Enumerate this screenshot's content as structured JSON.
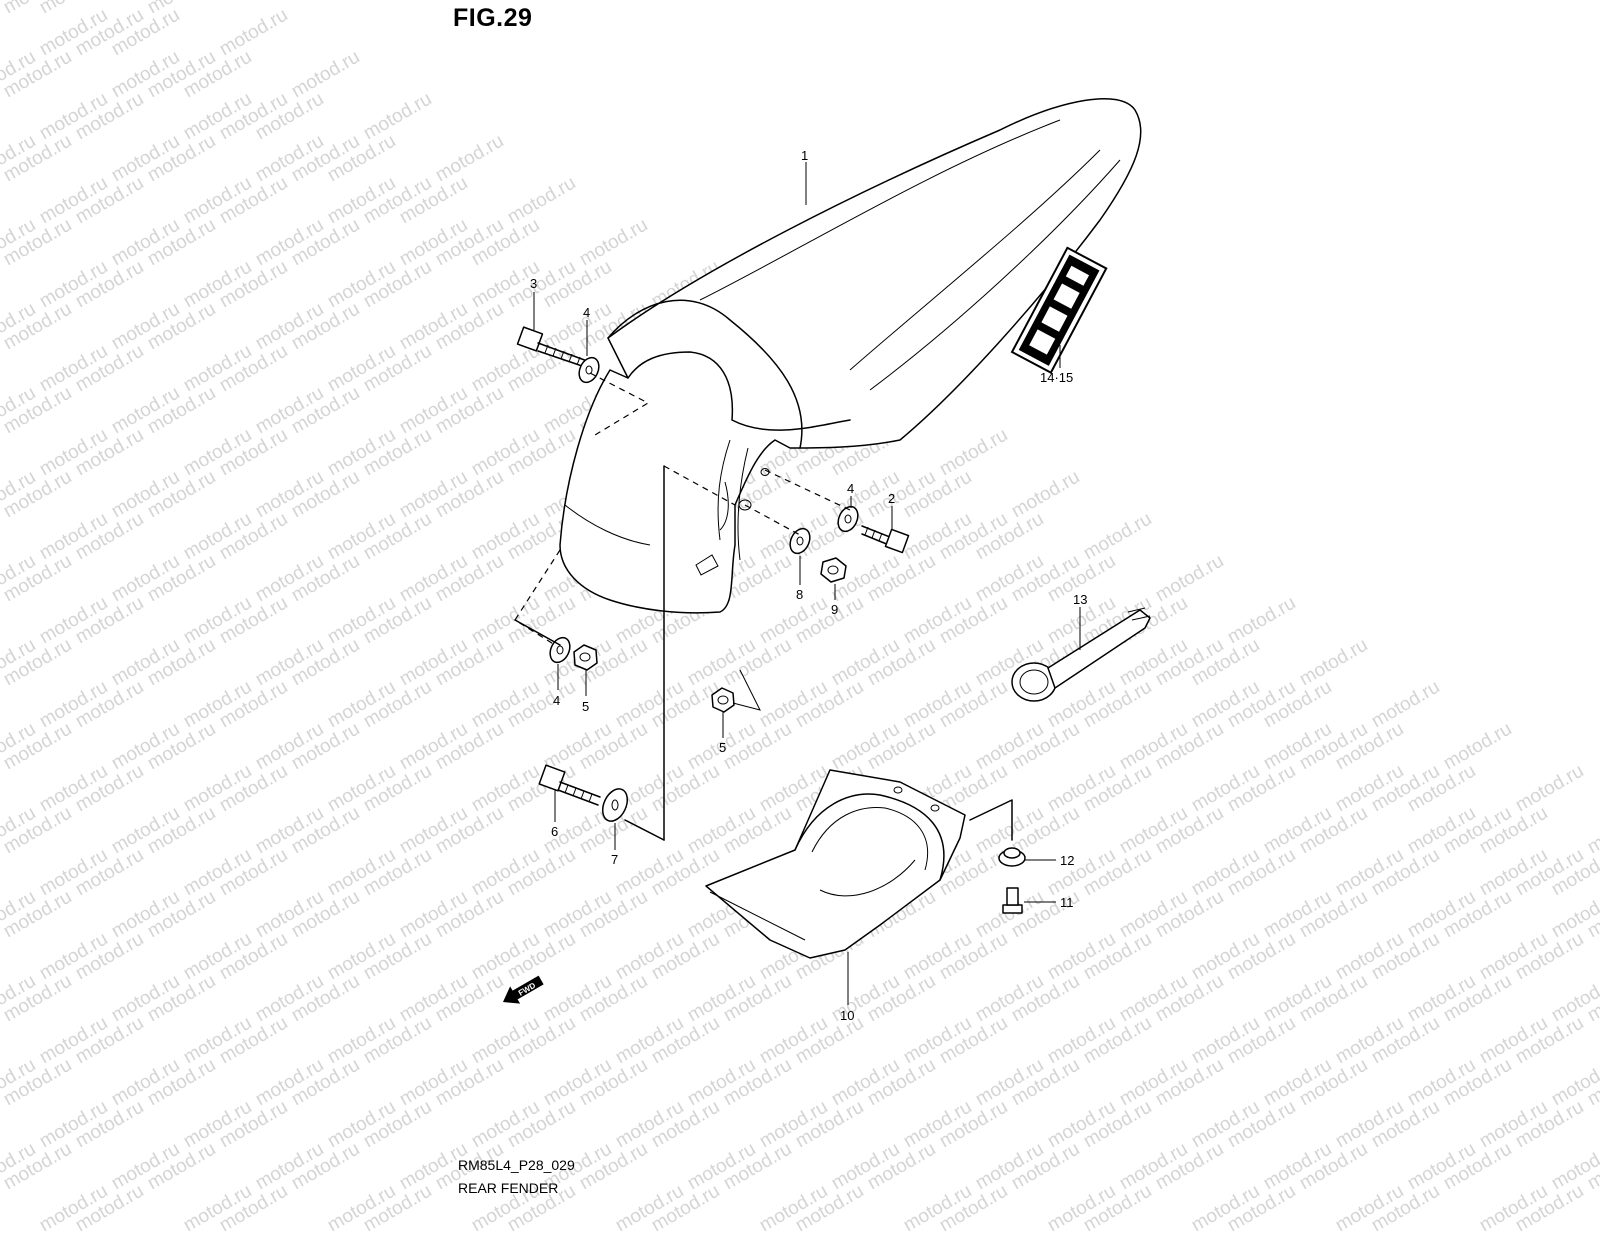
{
  "figure": {
    "title": "FIG.29"
  },
  "drawing": {
    "code": "RM85L4_P28_029",
    "name": "REAR FENDER"
  },
  "watermark": {
    "text": "motod.ru",
    "color": "#d4d4d4"
  },
  "fwd_arrow": {
    "text": "FWD"
  },
  "callouts": [
    {
      "id": "c1",
      "label": "1"
    },
    {
      "id": "c2",
      "label": "2"
    },
    {
      "id": "c3",
      "label": "3"
    },
    {
      "id": "c4a",
      "label": "4"
    },
    {
      "id": "c4b",
      "label": "4"
    },
    {
      "id": "c4c",
      "label": "4"
    },
    {
      "id": "c5a",
      "label": "5"
    },
    {
      "id": "c5b",
      "label": "5"
    },
    {
      "id": "c6",
      "label": "6"
    },
    {
      "id": "c7",
      "label": "7"
    },
    {
      "id": "c8",
      "label": "8"
    },
    {
      "id": "c9",
      "label": "9"
    },
    {
      "id": "c10",
      "label": "10"
    },
    {
      "id": "c11",
      "label": "11"
    },
    {
      "id": "c12",
      "label": "12"
    },
    {
      "id": "c13",
      "label": "13"
    },
    {
      "id": "c1415",
      "label": "14·15"
    }
  ]
}
